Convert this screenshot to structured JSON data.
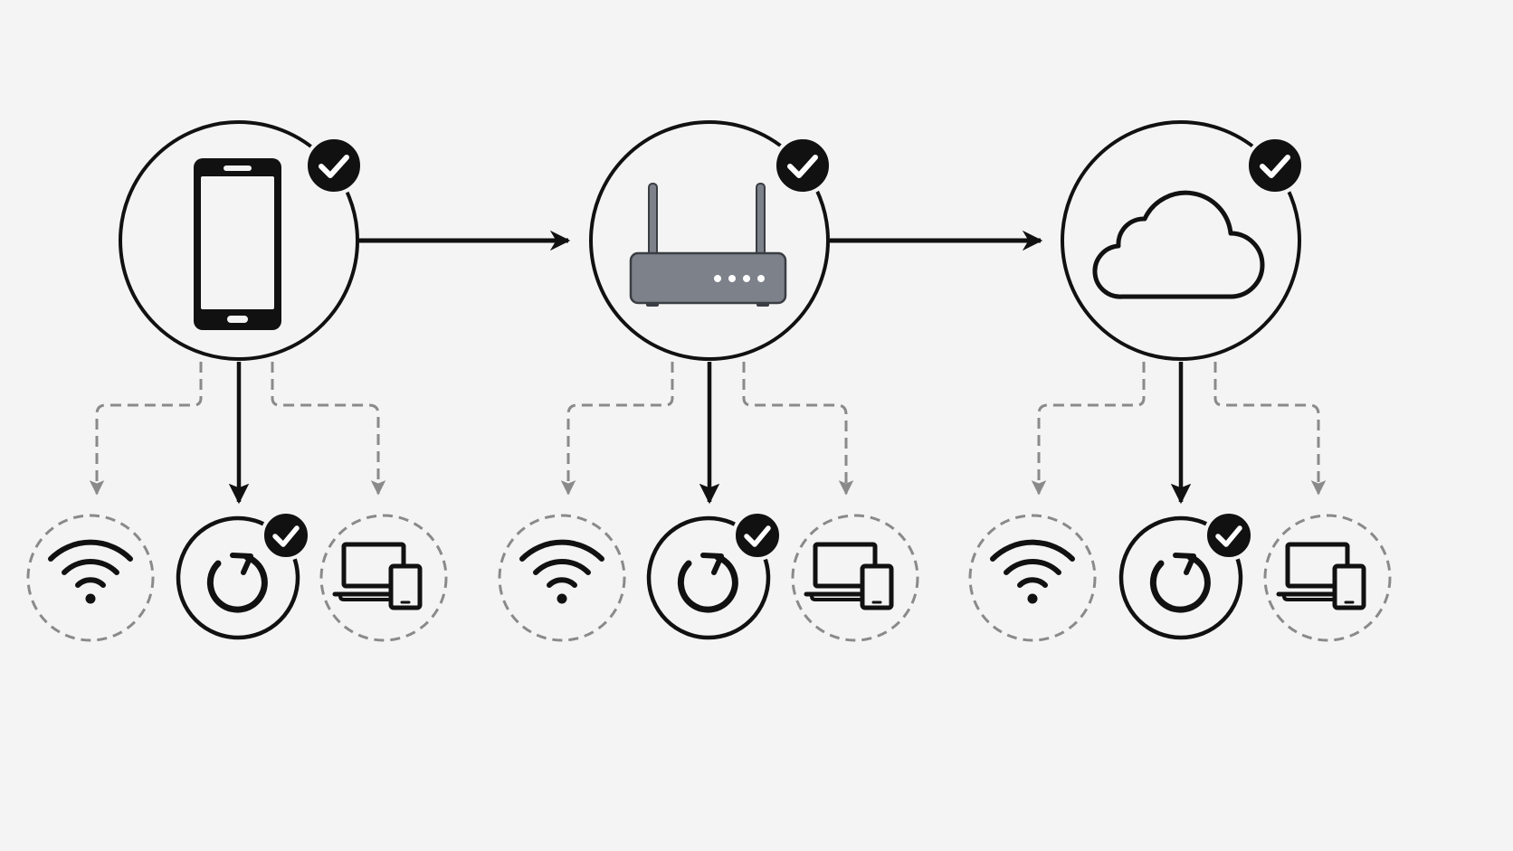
{
  "diagram": {
    "flow": [
      {
        "id": "phone",
        "icon": "smartphone-icon",
        "verified": true
      },
      {
        "id": "router",
        "icon": "router-icon",
        "verified": true
      },
      {
        "id": "cloud",
        "icon": "cloud-icon",
        "verified": true
      }
    ],
    "branches": [
      {
        "icon": "wifi-icon",
        "status": "inactive",
        "verified": false
      },
      {
        "icon": "refresh-icon",
        "status": "active",
        "verified": true
      },
      {
        "icon": "laptop-tablet-icon",
        "status": "inactive",
        "verified": false
      }
    ]
  },
  "colors": {
    "background": "#f4f4f4",
    "stroke": "#111111",
    "dashed": "#8a8a8a",
    "router_body": "#7c818a",
    "badge": "#111111",
    "check": "#ffffff"
  }
}
